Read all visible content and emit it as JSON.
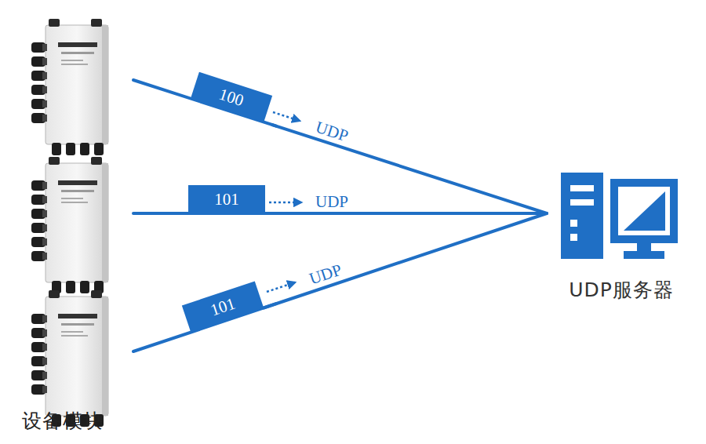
{
  "diagram": {
    "nodes": [
      {
        "text": [
          "100"
        ]
      },
      {
        "text": [
          "101"
        ]
      },
      {
        "text": [
          "101"
        ]
      },
      {
        "text": [
          "UDP服务器"
        ]
      }
    ],
    "edges": [
      {
        "from": 0,
        "to": 3,
        "arrow": "none",
        "label": "UDP"
      },
      {
        "from": 1,
        "to": 3,
        "arrow": "none",
        "label": "UDP"
      },
      {
        "from": 2,
        "to": 3,
        "arrow": "none",
        "label": "UDP"
      }
    ],
    "labels": [
      "设备模块"
    ]
  }
}
